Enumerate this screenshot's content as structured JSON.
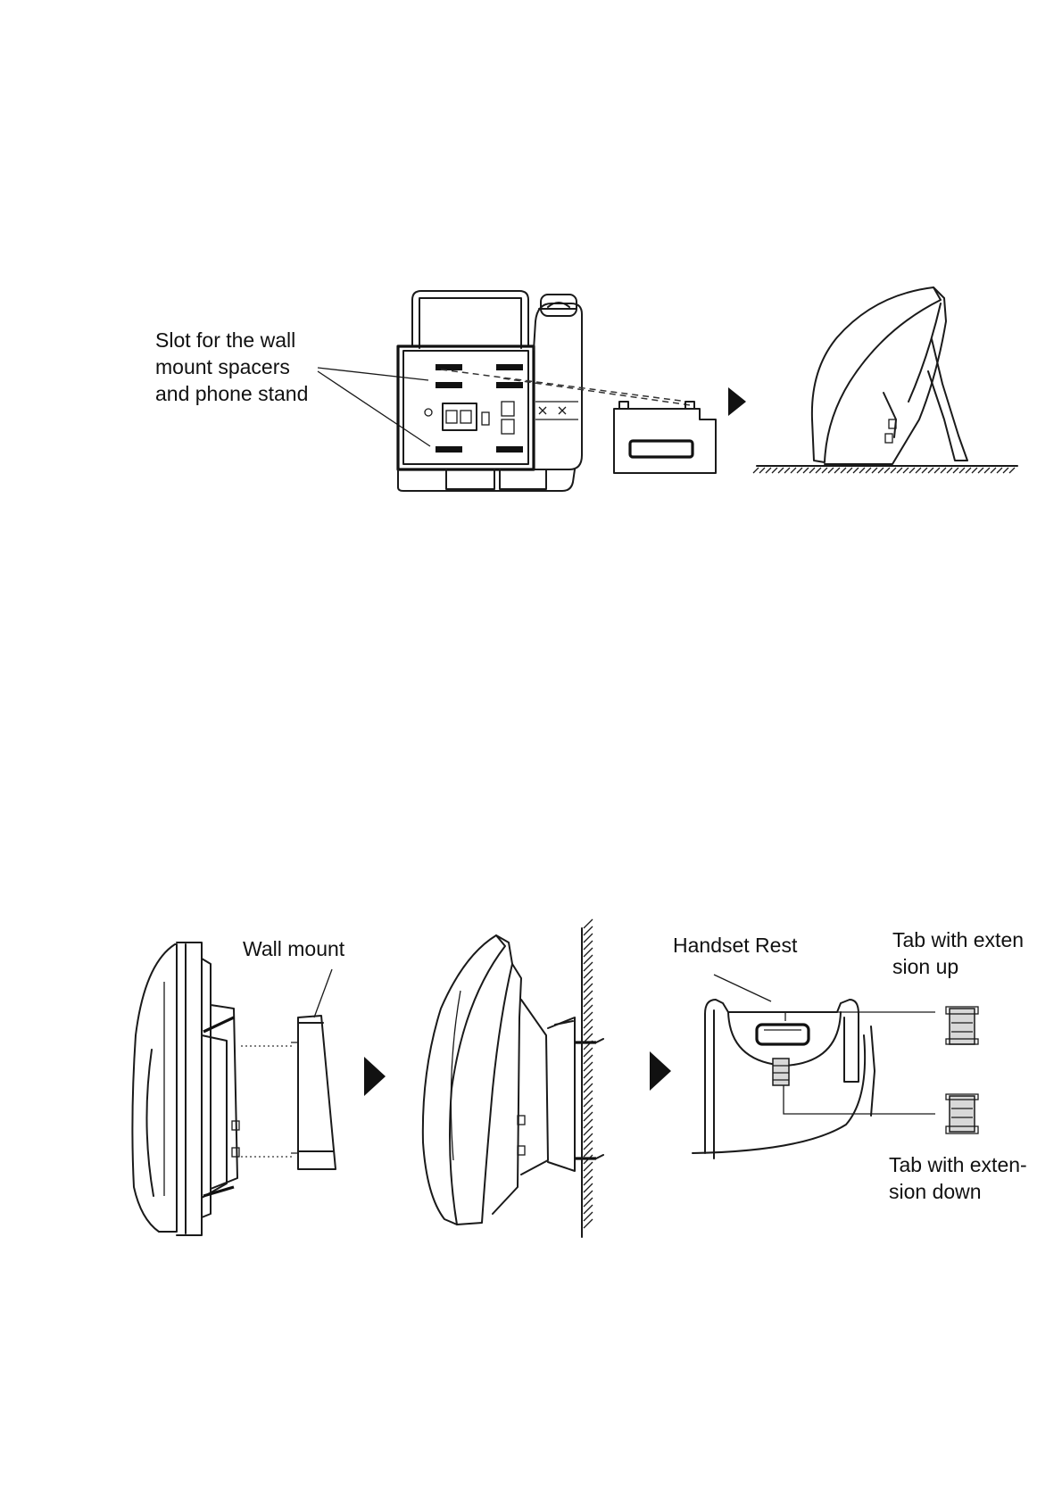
{
  "figure1": {
    "callout_line1": "Slot for the wall",
    "callout_line2": "mount spacers",
    "callout_line3": "and phone stand"
  },
  "figure2": {
    "wall_mount_label": "Wall mount",
    "handset_rest_label": "Handset Rest",
    "tab_up_line1": "Tab with exten",
    "tab_up_line2": "sion up",
    "tab_down_line1": "Tab with exten-",
    "tab_down_line2": "sion down"
  }
}
